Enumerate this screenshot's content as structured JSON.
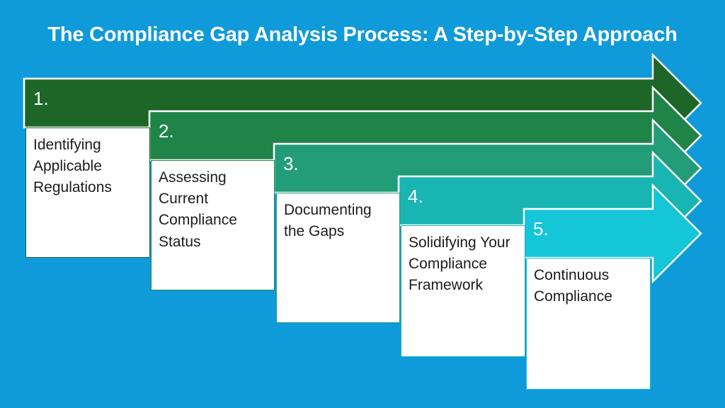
{
  "title": "The Compliance Gap Analysis Process: A Step-by-Step Approach",
  "colors": {
    "background": "#0F9AD9",
    "title_text": "#FFFFFF",
    "card_background": "#FFFFFF",
    "card_text": "#1C1C1C",
    "arrow_outline": "#FFFFFF"
  },
  "steps": [
    {
      "number": "1.",
      "label": "Identifying Applicable Regulations",
      "color": "#1D6627"
    },
    {
      "number": "2.",
      "label": "Assessing Current Compliance Status",
      "color": "#1F8447"
    },
    {
      "number": "3.",
      "label": "Documenting the Gaps",
      "color": "#229D78"
    },
    {
      "number": "4.",
      "label": "Solidifying Your Compliance Framework",
      "color": "#18B5B3"
    },
    {
      "number": "5.",
      "label": "Continuous Compliance",
      "color": "#15C5D8"
    }
  ]
}
